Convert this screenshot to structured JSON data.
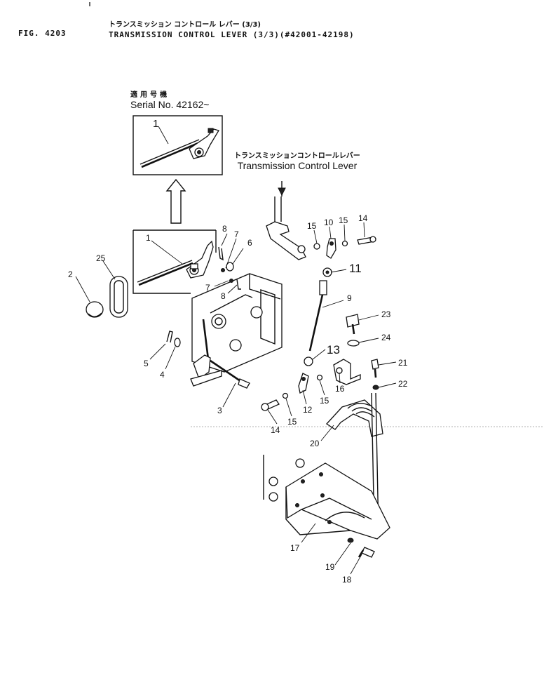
{
  "header": {
    "fig_label": "FIG. 4203",
    "title_jp": "トランスミッション コントロール レバー (3/3)",
    "title_en": "TRANSMISSION CONTROL LEVER (3/3)(#42001-42198)"
  },
  "serial_note": {
    "jp": "適用号機",
    "en": "Serial No. 42162~"
  },
  "lever_note": {
    "jp": "トランスミッションコントロールレバー",
    "en": "Transmission Control Lever"
  },
  "callouts": [
    "1",
    "1",
    "2",
    "25",
    "3",
    "4",
    "5",
    "6",
    "7",
    "7",
    "8",
    "8",
    "9",
    "10",
    "11",
    "12",
    "13",
    "14",
    "14",
    "15",
    "15",
    "15",
    "15",
    "16",
    "17",
    "18",
    "19",
    "20",
    "21",
    "22",
    "23",
    "24"
  ]
}
